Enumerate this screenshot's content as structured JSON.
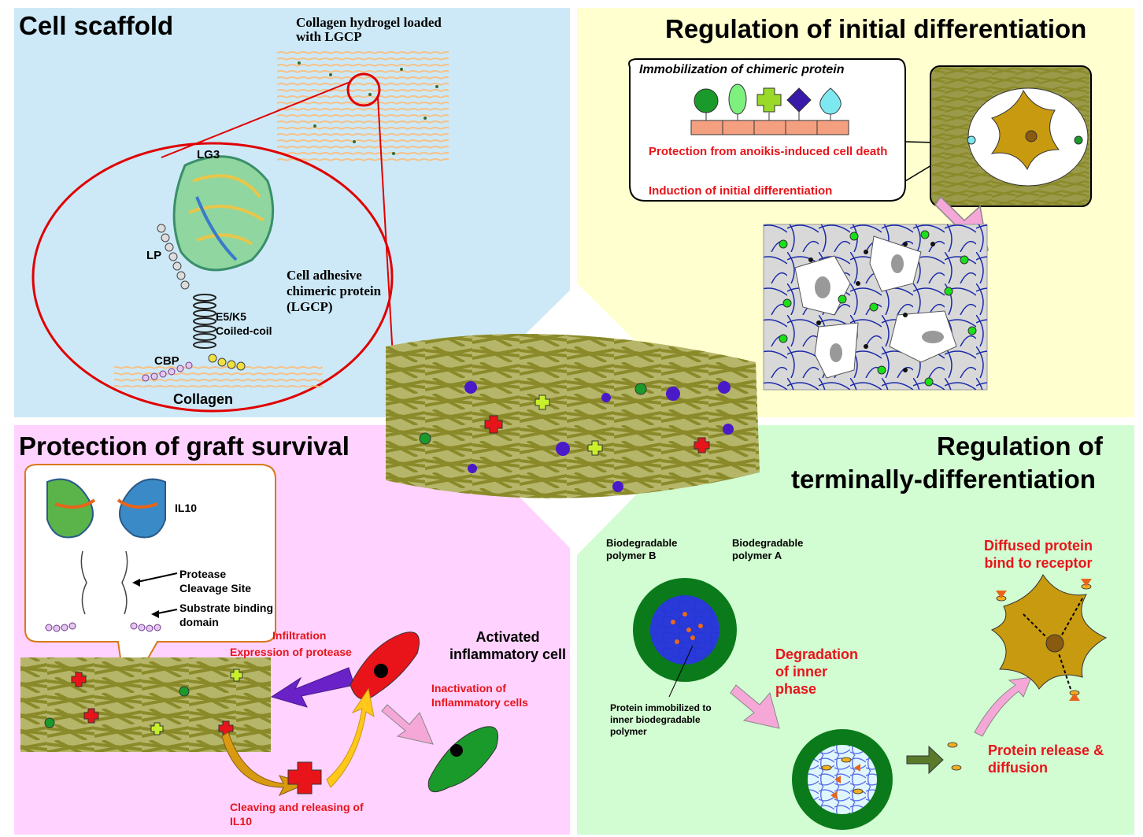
{
  "panels": {
    "scaffold": {
      "title": "Cell scaffold",
      "hydrogel_label": "Collagen hydrogel loaded with LGCP",
      "lg3": "LG3",
      "lp": "LP",
      "chimeric": "Cell adhesive chimeric protein (LGCP)",
      "coiled": "E5/K5 Coiled-coil",
      "cbp": "CBP",
      "collagen": "Collagen"
    },
    "initial": {
      "title": "Regulation of initial differentiation",
      "box_title": "Immobilization of chimeric protein",
      "protection": "Protection from anoikis-induced cell death",
      "induction": "Induction of initial differentiation"
    },
    "graft": {
      "title": "Protection of graft survival",
      "il10": "IL10",
      "protease": "Protease Cleavage Site",
      "substrate": "Substrate binding domain",
      "infiltration": "Infiltration",
      "expression": "Expression of protease",
      "activated": "Activated inflammatory cell",
      "inactivation": "Inactivation of Inflammatory cells",
      "cleaving": "Cleaving and releasing of IL10"
    },
    "terminal": {
      "title_line1": "Regulation of",
      "title_line2": "terminally-differentiation",
      "polymer_b": "Biodegradable polymer B",
      "polymer_a": "Biodegradable polymer A",
      "immobilized": "Protein immobilized to inner biodegradable polymer",
      "degradation": "Degradation of inner phase",
      "diffused": "Diffused protein bind to receptor",
      "release": "Protein release & diffusion"
    }
  },
  "colors": {
    "scaffold_bg": "#cde9f7",
    "initial_bg": "#ffffd0",
    "graft_bg": "#ffd2ff",
    "terminal_bg": "#d2fcd2",
    "fiber": "#8a8a2a",
    "accent_red": "#e8141a"
  }
}
